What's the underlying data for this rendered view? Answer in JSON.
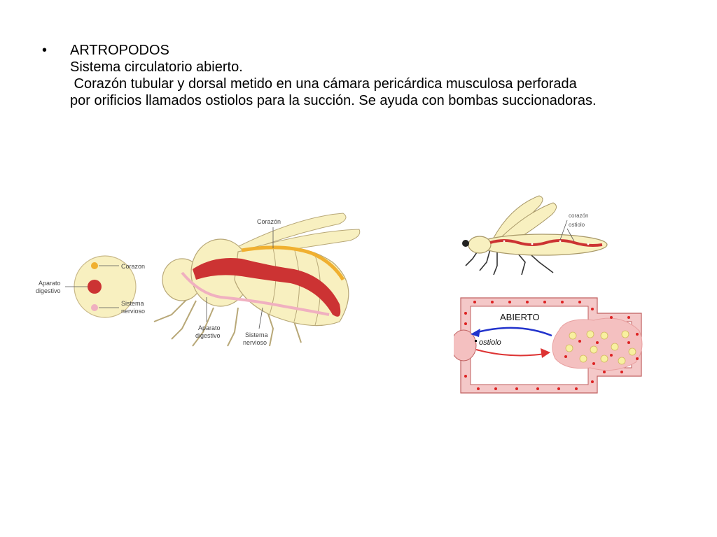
{
  "slide": {
    "bullet": "•",
    "title": "ARTROPODOS",
    "subtitle": "Sistema circulatorio abierto.",
    "body_line1": " Corazón tubular y dorsal metido en una cámara pericárdica musculosa perforada",
    "body_line2": "por orificios llamados ostiolos para la succión. Se ayuda con bombas succionadoras."
  },
  "figure_insect": {
    "cross_section_labels": {
      "heart": "Corazon",
      "digestive_l1": "Aparato",
      "digestive_l2": "digestivo",
      "nervous_l1": "Sistema",
      "nervous_l2": "nervioso"
    },
    "body_labels": {
      "heart": "Corazón",
      "digestive_l1": "Aparato",
      "digestive_l2": "digestivo",
      "nervous_l1": "Sistema",
      "nervous_l2": "nervioso"
    }
  },
  "figure_fly": {
    "heart": "corazón",
    "ostiole": "ostiolo"
  },
  "figure_open_system": {
    "title": "ABIERTO",
    "ostiole": "ostiolo"
  },
  "colors": {
    "body_fill": "#f8f0c0",
    "heart_red": "#cc3333",
    "digestive_orange": "#f0b030",
    "nervous_pink": "#f0b0c0",
    "vessel_pink": "#f4c8c8",
    "arrow_blue": "#2233cc",
    "arrow_red": "#dd3333"
  }
}
